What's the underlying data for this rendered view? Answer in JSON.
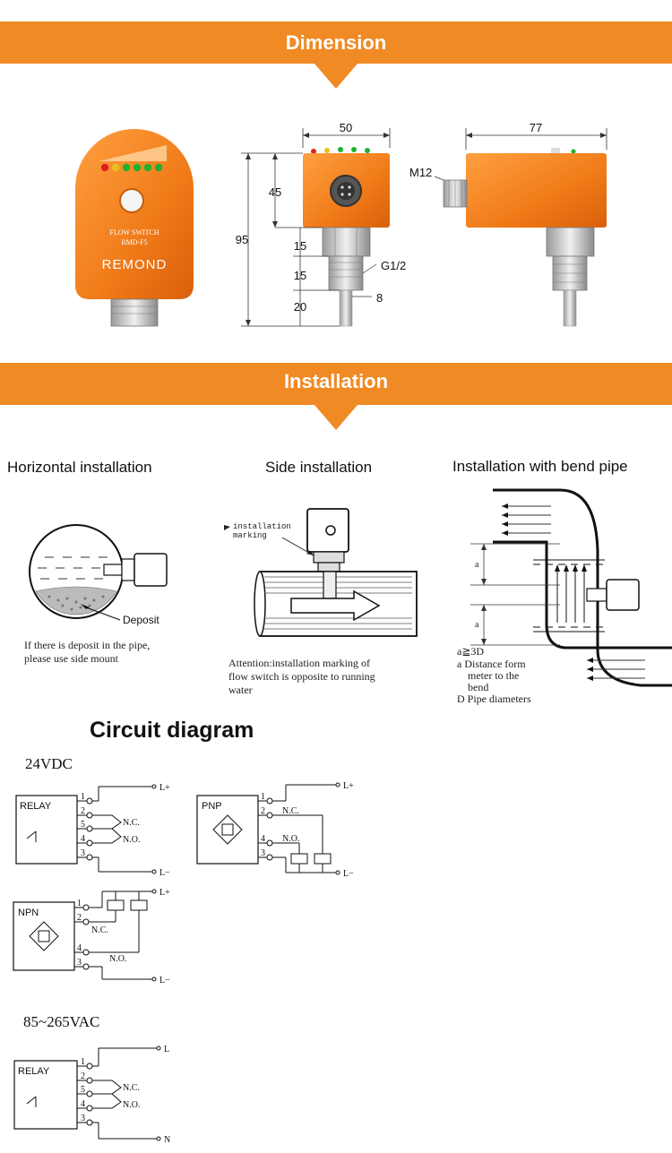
{
  "sections": {
    "dimension": {
      "title": "Dimension"
    },
    "installation": {
      "title": "Installation"
    },
    "circuit": {
      "title": "Circuit diagram"
    }
  },
  "device": {
    "label_line1": "FLOW SWITCH",
    "label_line2": "RMD-F5",
    "brand": "REMOND",
    "led_colors": [
      "#e02020",
      "#e8c020",
      "#20b030",
      "#20b030",
      "#20b030",
      "#20b030"
    ]
  },
  "dimensions": {
    "width_front": "50",
    "width_side": "77",
    "height_body": "45",
    "height_total": "95",
    "hex_height": "15",
    "thread_height": "15",
    "probe_length": "20",
    "probe_diameter": "8",
    "thread_label": "G1/2",
    "connector_label": "M12"
  },
  "installation": {
    "horizontal": {
      "heading": "Horizontal installation",
      "deposit_label": "Deposit",
      "note_line1": "If there is deposit in the pipe,",
      "note_line2": "please use side mount"
    },
    "side": {
      "heading": "Side installation",
      "marking_line1": "installation",
      "marking_line2": "marking",
      "note_line1": "Attention:installation marking of",
      "note_line2": "flow switch is opposite to running",
      "note_line3": "water"
    },
    "bend": {
      "heading": "Installation with bend pipe",
      "a_label": "a",
      "note_line1": "a≧3D",
      "note_line2": "a Distance form",
      "note_line3": "meter to the",
      "note_line4": "bend",
      "note_line5": "D Pipe diameters"
    }
  },
  "circuits": {
    "dc_title": "24VDC",
    "ac_title": "85~265VAC",
    "relay_label": "RELAY",
    "pnp_label": "PNP",
    "npn_label": "NPN",
    "l_plus": "L+",
    "l_minus": "L−",
    "l": "L",
    "n": "N",
    "nc": "N.C.",
    "no": "N.O.",
    "pins": [
      "1",
      "2",
      "5",
      "4",
      "3"
    ]
  }
}
